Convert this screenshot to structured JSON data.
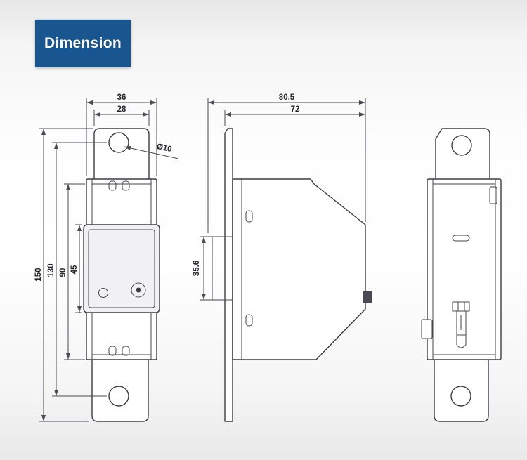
{
  "badge": {
    "label": "Dimension"
  },
  "colors": {
    "accent_blue": "#19558f",
    "drawing_line": "#3c3c43",
    "dimension_line": "#4b4b52",
    "dimension_text": "#26262c",
    "background_edge": "#e8e8e8",
    "background_center": "#ffffff"
  },
  "views": {
    "front": {
      "dims": {
        "width_body": "36",
        "width_tab": "28",
        "hole_diameter": "Ø10",
        "height_total": "150",
        "height_hole_centers": "130",
        "height_body": "90",
        "height_display": "45"
      }
    },
    "side": {
      "dims": {
        "depth_total": "80.5",
        "depth_body": "72",
        "din_rail_height": "35.6"
      }
    },
    "back": {
      "dims": {}
    }
  }
}
